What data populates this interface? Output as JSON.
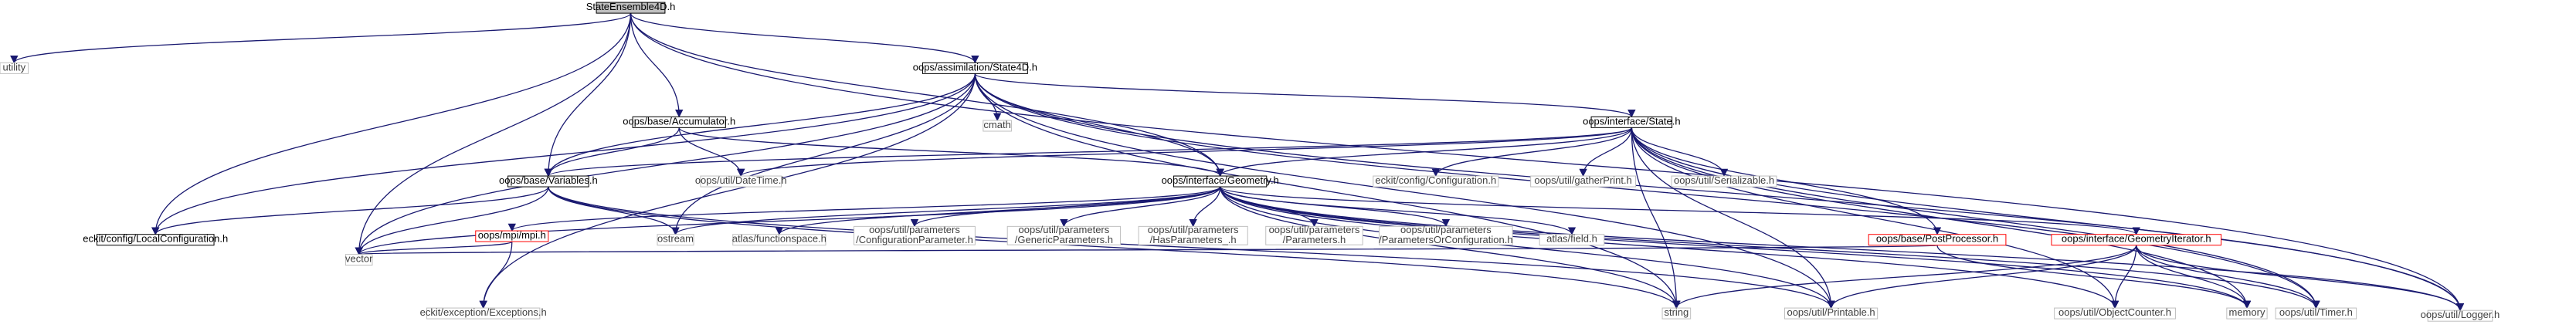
{
  "colors": {
    "edge": "#191970",
    "node_border": "#000000",
    "node_border_light": "#bfbfbf",
    "node_border_red": "#ff0000",
    "root_fill": "#bfbfbf",
    "node_fill": "#ffffff"
  },
  "nodes": [
    {
      "id": "root",
      "label": "StateEnsemble4D.h"
    },
    {
      "id": "utility",
      "label": "utility"
    },
    {
      "id": "vector",
      "label": "vector"
    },
    {
      "id": "ecLocalConf",
      "label": "eckit/config/LocalConfiguration.h"
    },
    {
      "id": "variables",
      "label": "oops/base/Variables.h"
    },
    {
      "id": "accumulator",
      "label": "oops/base/Accumulator.h"
    },
    {
      "id": "state4d",
      "label": "oops/assimilation/State4D.h"
    },
    {
      "id": "geometry",
      "label": "oops/interface/Geometry.h"
    },
    {
      "id": "logger",
      "label": "oops/util/Logger.h"
    },
    {
      "id": "cmath",
      "label": "cmath"
    },
    {
      "id": "ifState",
      "label": "oops/interface/State.h"
    },
    {
      "id": "datetime",
      "label": "oops/util/DateTime.h"
    },
    {
      "id": "ostream",
      "label": "ostream"
    },
    {
      "id": "exceptions",
      "label": "eckit/exception/Exceptions.h"
    },
    {
      "id": "string",
      "label": "string"
    },
    {
      "id": "mpi",
      "label": "oops/mpi/mpi.h"
    },
    {
      "id": "funcspace",
      "label": "atlas/functionspace.h"
    },
    {
      "id": "confParam",
      "label": "oops/util/parameters\n/ConfigurationParameter.h"
    },
    {
      "id": "genParams",
      "label": "oops/util/parameters\n/GenericParameters.h"
    },
    {
      "id": "hasParams",
      "label": "oops/util/parameters\n/HasParameters_.h"
    },
    {
      "id": "params",
      "label": "oops/util/parameters\n/Parameters.h"
    },
    {
      "id": "paramsOrConf",
      "label": "oops/util/parameters\n/ParametersOrConfiguration.h"
    },
    {
      "id": "atlasField",
      "label": "atlas/field.h"
    },
    {
      "id": "ecConf",
      "label": "eckit/config/Configuration.h"
    },
    {
      "id": "gatherPrint",
      "label": "oops/util/gatherPrint.h"
    },
    {
      "id": "serializable",
      "label": "oops/util/Serializable.h"
    },
    {
      "id": "postProc",
      "label": "oops/base/PostProcessor.h"
    },
    {
      "id": "geoIter",
      "label": "oops/interface/GeometryIterator.h"
    },
    {
      "id": "printable",
      "label": "oops/util/Printable.h"
    },
    {
      "id": "objCounter",
      "label": "oops/util/ObjectCounter.h"
    },
    {
      "id": "memory",
      "label": "memory"
    },
    {
      "id": "timer",
      "label": "oops/util/Timer.h"
    }
  ],
  "edges": [
    [
      "root",
      "utility"
    ],
    [
      "root",
      "vector"
    ],
    [
      "root",
      "ecLocalConf"
    ],
    [
      "root",
      "variables"
    ],
    [
      "root",
      "accumulator"
    ],
    [
      "root",
      "state4d"
    ],
    [
      "root",
      "geometry"
    ],
    [
      "root",
      "logger"
    ],
    [
      "state4d",
      "vector"
    ],
    [
      "state4d",
      "ecLocalConf"
    ],
    [
      "state4d",
      "variables"
    ],
    [
      "state4d",
      "geometry"
    ],
    [
      "state4d",
      "cmath"
    ],
    [
      "state4d",
      "ifState"
    ],
    [
      "state4d",
      "ostream"
    ],
    [
      "state4d",
      "exceptions"
    ],
    [
      "state4d",
      "printable"
    ],
    [
      "state4d",
      "logger"
    ],
    [
      "state4d",
      "timer"
    ],
    [
      "state4d",
      "string"
    ],
    [
      "accumulator",
      "variables"
    ],
    [
      "accumulator",
      "datetime"
    ],
    [
      "accumulator",
      "geometry"
    ],
    [
      "variables",
      "vector"
    ],
    [
      "variables",
      "ecLocalConf"
    ],
    [
      "variables",
      "ostream"
    ],
    [
      "variables",
      "string"
    ],
    [
      "variables",
      "printable"
    ],
    [
      "ifState",
      "variables"
    ],
    [
      "ifState",
      "datetime"
    ],
    [
      "ifState",
      "geometry"
    ],
    [
      "ifState",
      "ecConf"
    ],
    [
      "ifState",
      "gatherPrint"
    ],
    [
      "ifState",
      "serializable"
    ],
    [
      "ifState",
      "postProc"
    ],
    [
      "ifState",
      "string"
    ],
    [
      "ifState",
      "printable"
    ],
    [
      "ifState",
      "objCounter"
    ],
    [
      "ifState",
      "memory"
    ],
    [
      "ifState",
      "timer"
    ],
    [
      "ifState",
      "logger"
    ],
    [
      "geometry",
      "vector"
    ],
    [
      "geometry",
      "ostream"
    ],
    [
      "geometry",
      "mpi"
    ],
    [
      "geometry",
      "funcspace"
    ],
    [
      "geometry",
      "confParam"
    ],
    [
      "geometry",
      "genParams"
    ],
    [
      "geometry",
      "hasParams"
    ],
    [
      "geometry",
      "params"
    ],
    [
      "geometry",
      "paramsOrConf"
    ],
    [
      "geometry",
      "atlasField"
    ],
    [
      "geometry",
      "string"
    ],
    [
      "geometry",
      "printable"
    ],
    [
      "geometry",
      "geoIter"
    ],
    [
      "geometry",
      "objCounter"
    ],
    [
      "geometry",
      "memory"
    ],
    [
      "geometry",
      "timer"
    ],
    [
      "geometry",
      "logger"
    ],
    [
      "mpi",
      "vector"
    ],
    [
      "mpi",
      "exceptions"
    ],
    [
      "postProc",
      "vector"
    ],
    [
      "postProc",
      "memory"
    ],
    [
      "geoIter",
      "string"
    ],
    [
      "geoIter",
      "printable"
    ],
    [
      "geoIter",
      "objCounter"
    ],
    [
      "geoIter",
      "memory"
    ],
    [
      "geoIter",
      "timer"
    ],
    [
      "geoIter",
      "logger"
    ]
  ]
}
